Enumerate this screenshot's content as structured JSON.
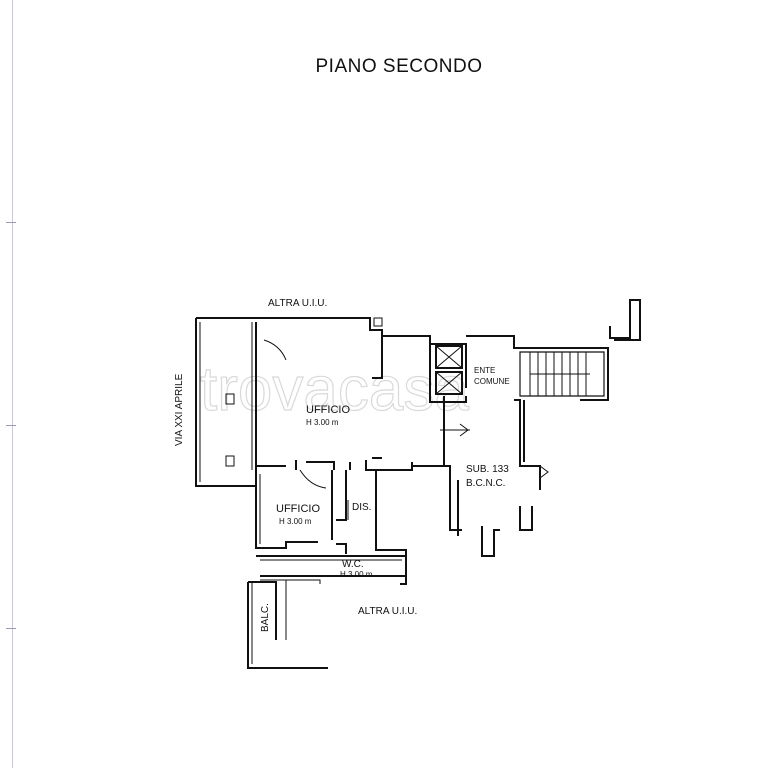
{
  "plan": {
    "title": "PIANO SECONDO",
    "watermark": "trovacasa",
    "labels": {
      "altra_top": "ALTRA U.I.U.",
      "altra_bottom": "ALTRA U.I.U.",
      "via": "VIA XXI APRILE",
      "ufficio_main": "UFFICIO",
      "ufficio_main_h": "H 3.00 m",
      "ufficio_small": "UFFICIO",
      "ufficio_small_h": "H 3.00 m",
      "dis": "DIS.",
      "wc": "W.C.",
      "wc_h": "H 3.00 m",
      "balc": "BALC.",
      "ente": "ENTE",
      "comune": "COMUNE",
      "sub": "SUB. 133",
      "bcnc": "B.C.N.C."
    }
  }
}
